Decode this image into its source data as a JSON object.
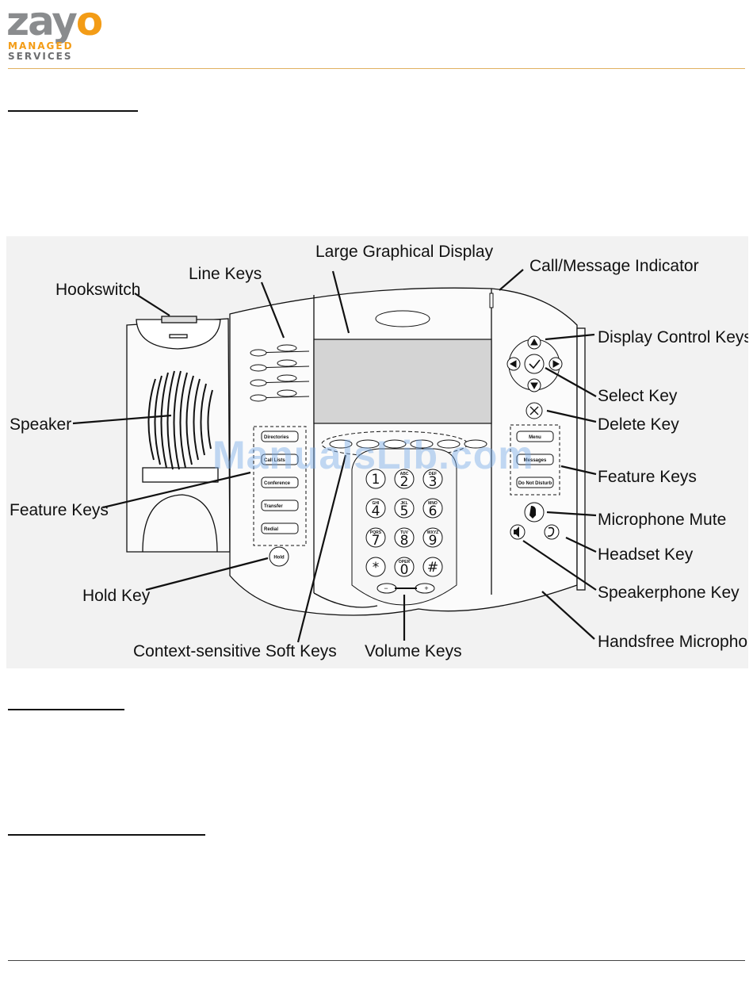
{
  "logo": {
    "word_main": "zay",
    "word_accent": "o",
    "line1": "MANAGED",
    "line2": "SERVICES"
  },
  "watermark": "ManualsLib.com",
  "figure": {
    "callouts": {
      "large_graphical_display": "Large Graphical Display",
      "call_message_indicator": "Call/Message Indicator",
      "line_keys": "Line Keys",
      "hookswitch": "Hookswitch",
      "display_control_keys": "Display Control Keys",
      "select_key": "Select Key",
      "delete_key": "Delete Key",
      "speaker": "Speaker",
      "feature_keys_left": "Feature Keys",
      "feature_keys_right": "Feature Keys",
      "microphone_mute": "Microphone Mute",
      "headset_key": "Headset Key",
      "hold_key": "Hold Key",
      "speakerphone_key": "Speakerphone Key",
      "handsfree_microphone": "Handsfree Microphone",
      "context_soft_keys": "Context-sensitive Soft Keys",
      "volume_keys": "Volume Keys"
    },
    "left_feature_keys": [
      "Directories",
      "Call Lists",
      "Conference",
      "Transfer",
      "Redial"
    ],
    "right_feature_keys": [
      "Menu",
      "Messages",
      "Do Not Disturb"
    ],
    "hold_label": "Hold",
    "dialpad": [
      {
        "d": "1",
        "s": ""
      },
      {
        "d": "2",
        "s": "ABC"
      },
      {
        "d": "3",
        "s": "DEF"
      },
      {
        "d": "4",
        "s": "GHI"
      },
      {
        "d": "5",
        "s": "JKL"
      },
      {
        "d": "6",
        "s": "MNO"
      },
      {
        "d": "7",
        "s": "PQRS"
      },
      {
        "d": "8",
        "s": "TUV"
      },
      {
        "d": "9",
        "s": "WXYZ"
      },
      {
        "d": "*",
        "s": ""
      },
      {
        "d": "0",
        "s": "OPER"
      },
      {
        "d": "#",
        "s": ""
      }
    ]
  }
}
